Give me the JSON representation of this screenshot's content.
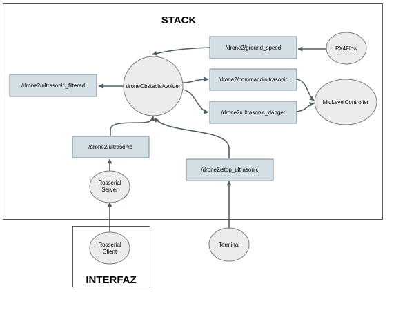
{
  "title": "STACK",
  "interface_label": "INTERFAZ",
  "colors": {
    "topic_fill": "#d3dfe5",
    "topic_border": "#7a8a92",
    "node_fill": "#ececec",
    "node_border": "#7a7a7a",
    "edge": "#4f5f68"
  },
  "topics": {
    "ground_speed": "/drone2/ground_speed",
    "command_ultrasonic": "/drone2/command/ultrasonic",
    "ultrasonic_danger": "/drone2/ultrasonic_danger",
    "ultrasonic_filtered": "/drone2/ultrasonic_filtered",
    "ultrasonic": "/drone2/ultrasonic",
    "stop_ultrasonic": "/drone2/stop_ultrasonic"
  },
  "nodes": {
    "px4flow": [
      "PX4Flow"
    ],
    "avoider": [
      "droneObstacleAvoider"
    ],
    "midlevel": [
      "MidLevelController"
    ],
    "rosserial_server": [
      "Rosserial",
      "Server"
    ],
    "rosserial_client": [
      "Rosserial",
      "Client"
    ],
    "terminal": [
      "Terminal"
    ]
  },
  "edges": [
    {
      "from": "PX4Flow",
      "to": "/drone2/ground_speed"
    },
    {
      "from": "/drone2/ground_speed",
      "to": "droneObstacleAvoider"
    },
    {
      "from": "droneObstacleAvoider",
      "to": "/drone2/command/ultrasonic"
    },
    {
      "from": "droneObstacleAvoider",
      "to": "/drone2/ultrasonic_danger"
    },
    {
      "from": "/drone2/command/ultrasonic",
      "to": "MidLevelController"
    },
    {
      "from": "/drone2/ultrasonic_danger",
      "to": "MidLevelController"
    },
    {
      "from": "droneObstacleAvoider",
      "to": "/drone2/ultrasonic_filtered"
    },
    {
      "from": "/drone2/ultrasonic",
      "to": "droneObstacleAvoider"
    },
    {
      "from": "/drone2/stop_ultrasonic",
      "to": "droneObstacleAvoider"
    },
    {
      "from": "Rosserial Server",
      "to": "/drone2/ultrasonic"
    },
    {
      "from": "Rosserial Client",
      "to": "Rosserial Server"
    },
    {
      "from": "Terminal",
      "to": "/drone2/stop_ultrasonic"
    }
  ]
}
